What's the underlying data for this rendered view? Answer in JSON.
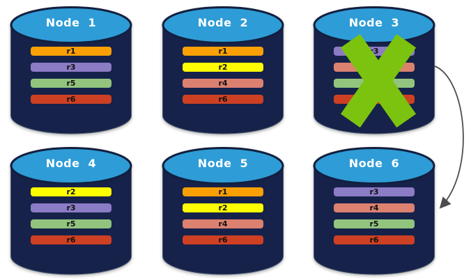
{
  "diagram": {
    "colors": {
      "cylinder_body": "#16224A",
      "cylinder_top": "#2E9CD6",
      "cylinder_outline": "#121F3E",
      "body_edge": "#4A5A70",
      "title_text": "#FFFFFF",
      "row_text": "#101010",
      "x_mark": "#7CC30F",
      "arrow": "#4D4D4D",
      "replicas": {
        "r1": "#FAA005",
        "r2": "#FEFE00",
        "r3": "#8C7BC5",
        "r4": "#DC8170",
        "r5": "#92C47E",
        "r6": "#CE4023"
      }
    },
    "nodes": [
      {
        "label": "Node 1",
        "failed": false,
        "replicas": [
          "r1",
          "r3",
          "r5",
          "r6"
        ],
        "col": 0,
        "row": 0
      },
      {
        "label": "Node 2",
        "failed": false,
        "replicas": [
          "r1",
          "r2",
          "r4",
          "r6"
        ],
        "col": 1,
        "row": 0
      },
      {
        "label": "Node 3",
        "failed": true,
        "replicas": [
          "r3",
          "r4",
          "r5",
          "r6"
        ],
        "col": 2,
        "row": 0
      },
      {
        "label": "Node 4",
        "failed": false,
        "replicas": [
          "r2",
          "r3",
          "r5",
          "r6"
        ],
        "col": 0,
        "row": 1
      },
      {
        "label": "Node 5",
        "failed": false,
        "replicas": [
          "r1",
          "r2",
          "r4",
          "r6"
        ],
        "col": 1,
        "row": 1
      },
      {
        "label": "Node 6",
        "failed": false,
        "replicas": [
          "r3",
          "r4",
          "r5",
          "r6"
        ],
        "col": 2,
        "row": 1
      }
    ],
    "arrow": {
      "from": "Node 3",
      "to": "Node 6"
    }
  }
}
